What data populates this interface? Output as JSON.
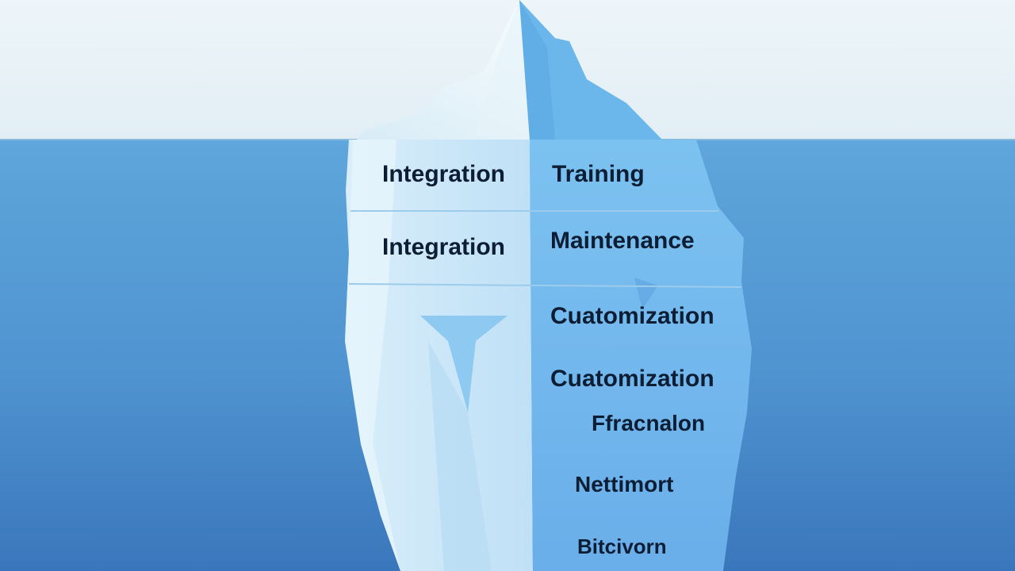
{
  "diagram": {
    "colors": {
      "sky": "#e9f3f8",
      "water_top": "#5aa3da",
      "water_bottom": "#3a78bd",
      "ice_left": "#cfe8f8",
      "ice_right": "#6db8ee",
      "text": "#0d1d33"
    },
    "rows": [
      {
        "left": "Integration",
        "right": "Training"
      },
      {
        "left": "Integration",
        "right": "Maintenance"
      }
    ],
    "labels": [
      "Cuatomization",
      "Cuatomization",
      "Ffracnalon",
      "Nettimort",
      "Bitcivorn"
    ]
  }
}
